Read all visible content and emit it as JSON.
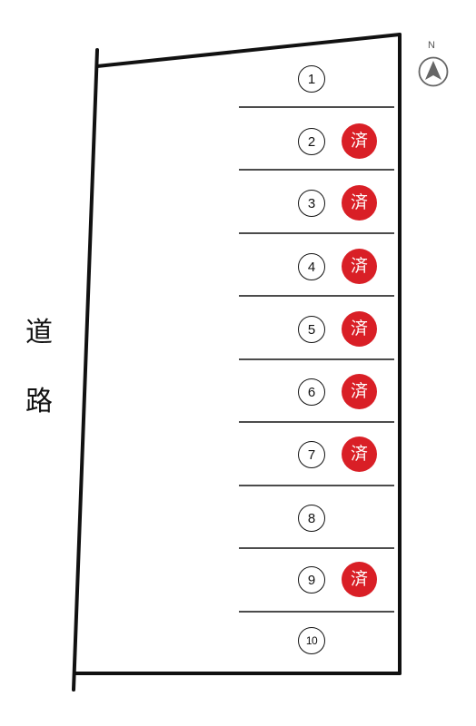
{
  "road": {
    "chars": [
      "道",
      "路"
    ]
  },
  "compass": {
    "label": "N"
  },
  "sold_color": "#d91f26",
  "lots": [
    {
      "number": "1",
      "sold_label": ""
    },
    {
      "number": "2",
      "sold_label": "済"
    },
    {
      "number": "3",
      "sold_label": "済"
    },
    {
      "number": "4",
      "sold_label": "済"
    },
    {
      "number": "5",
      "sold_label": "済"
    },
    {
      "number": "6",
      "sold_label": "済"
    },
    {
      "number": "7",
      "sold_label": "済"
    },
    {
      "number": "8",
      "sold_label": ""
    },
    {
      "number": "9",
      "sold_label": "済"
    },
    {
      "number": "10",
      "sold_label": ""
    }
  ]
}
